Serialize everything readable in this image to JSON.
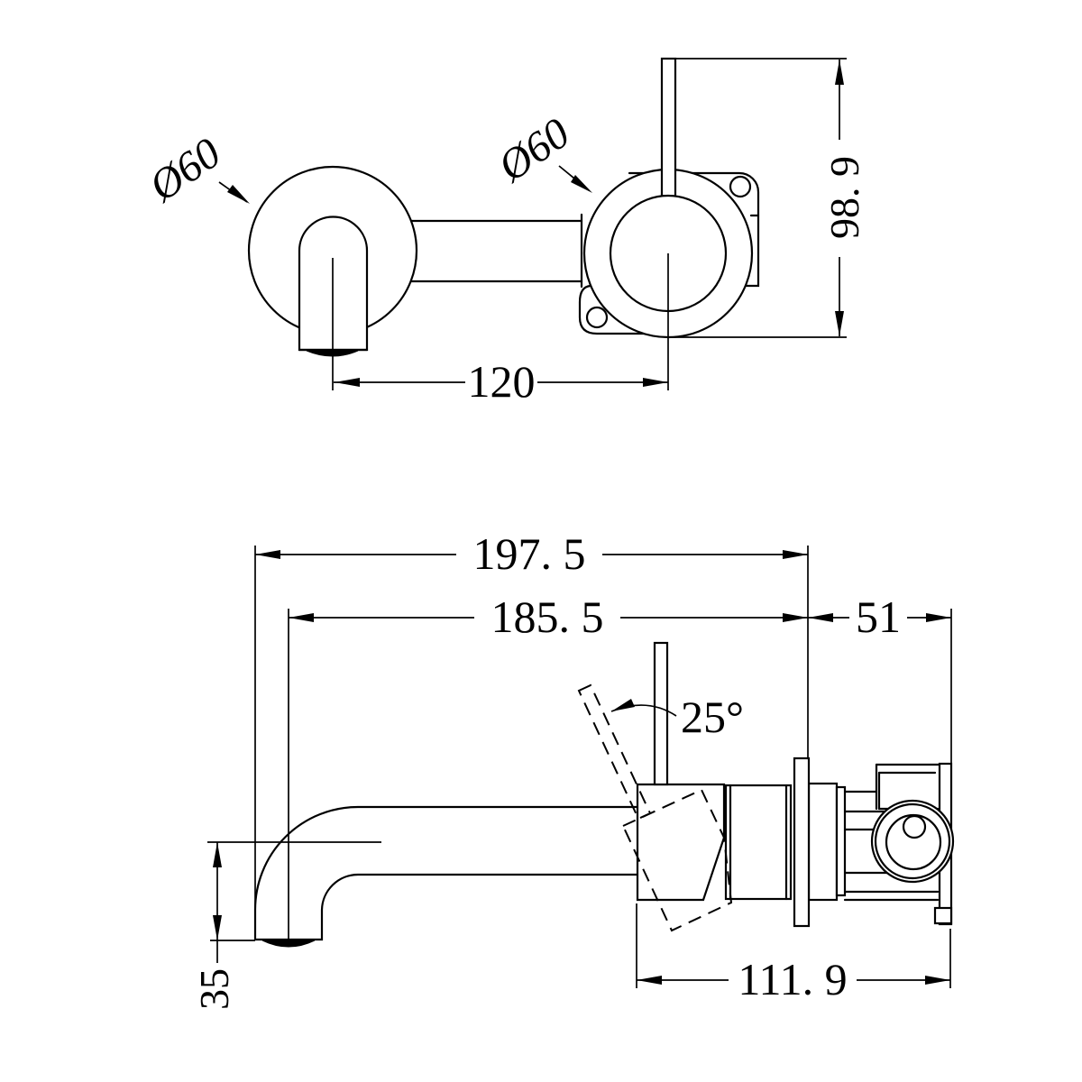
{
  "drawing": {
    "type": "faucet-installation-dimension-diagram",
    "background": "#ffffff",
    "line_color": "#000000",
    "views": {
      "front": {
        "labels": {
          "spout_diameter": "Ø60",
          "mixer_diameter": "Ø60",
          "center_distance": "120",
          "overall_height": "98. 9"
        }
      },
      "side": {
        "labels": {
          "total_projection": "197. 5",
          "projection_to_outlet": "185. 5",
          "recess_depth": "51",
          "handle_angle": "25°",
          "body_length": "111. 9",
          "outlet_drop": "35"
        }
      }
    }
  }
}
